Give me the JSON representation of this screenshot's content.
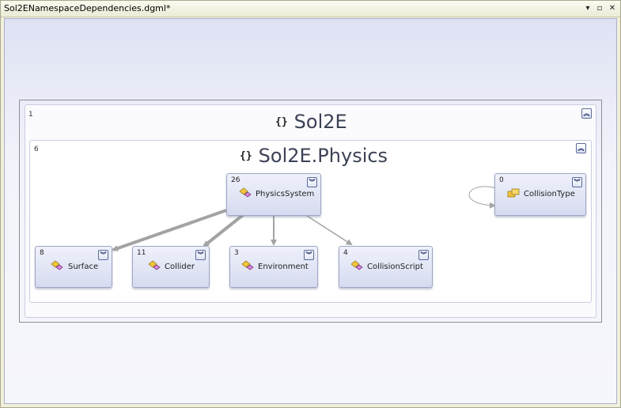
{
  "window": {
    "title": "Sol2ENamespaceDependencies.dgml*"
  },
  "groups": {
    "outer": {
      "count": "1",
      "title": "Sol2E"
    },
    "inner": {
      "count": "6",
      "title": "Sol2E.Physics"
    }
  },
  "nodes": {
    "physicssystem": {
      "count": "26",
      "label": "PhysicsSystem"
    },
    "collisiontype": {
      "count": "0",
      "label": "CollisionType"
    },
    "surface": {
      "count": "8",
      "label": "Surface"
    },
    "collider": {
      "count": "11",
      "label": "Collider"
    },
    "environment": {
      "count": "3",
      "label": "Environment"
    },
    "collisionscript": {
      "count": "4",
      "label": "CollisionScript"
    }
  },
  "icons": {
    "namespace": "{}",
    "expand": "chevron-double-down-icon",
    "collapse": "chevron-double-up-icon"
  },
  "colors": {
    "edge": "#a3a3a3",
    "node_border": "#9fa6c6"
  }
}
